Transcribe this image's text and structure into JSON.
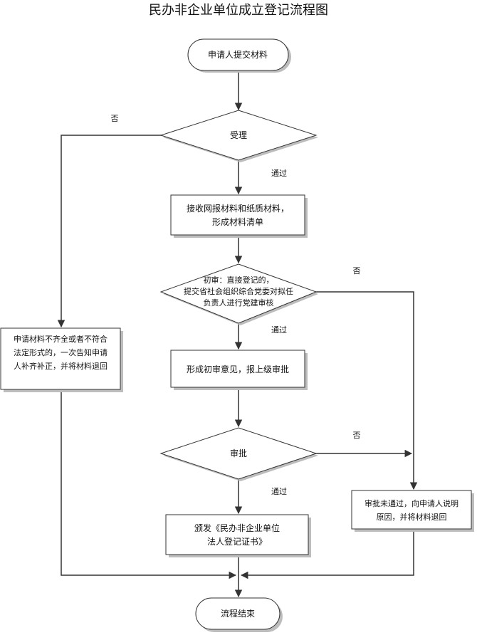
{
  "title": "民办非企业单位成立登记流程图",
  "nodes": {
    "start": "申请人提交材料",
    "accept": "受理",
    "receive": [
      "接收网报材料和纸质材料，",
      "形成材料清单"
    ],
    "initial_review": [
      "初审：直接登记的，",
      "提交省社会组织综合党委对拟任",
      "负责人进行党建审核"
    ],
    "opinion": "形成初审意见，报上级审批",
    "approve": "审批",
    "issue": [
      "颁发《民办非企业单位",
      "法人登记证书》"
    ],
    "reject_materials": [
      "申请材料不齐全或者不符合",
      "法定形式的，一次告知申请",
      "人补齐补正，并将材料退回"
    ],
    "reject_approval": [
      "审批未通过，向申请人说明",
      "原因，并将材料退回"
    ],
    "end": "流程结束"
  },
  "edge_labels": {
    "accept_no": "否",
    "accept_yes": "通过",
    "review_no": "否",
    "review_yes": "通过",
    "approve_no": "否",
    "approve_yes": "通过"
  }
}
